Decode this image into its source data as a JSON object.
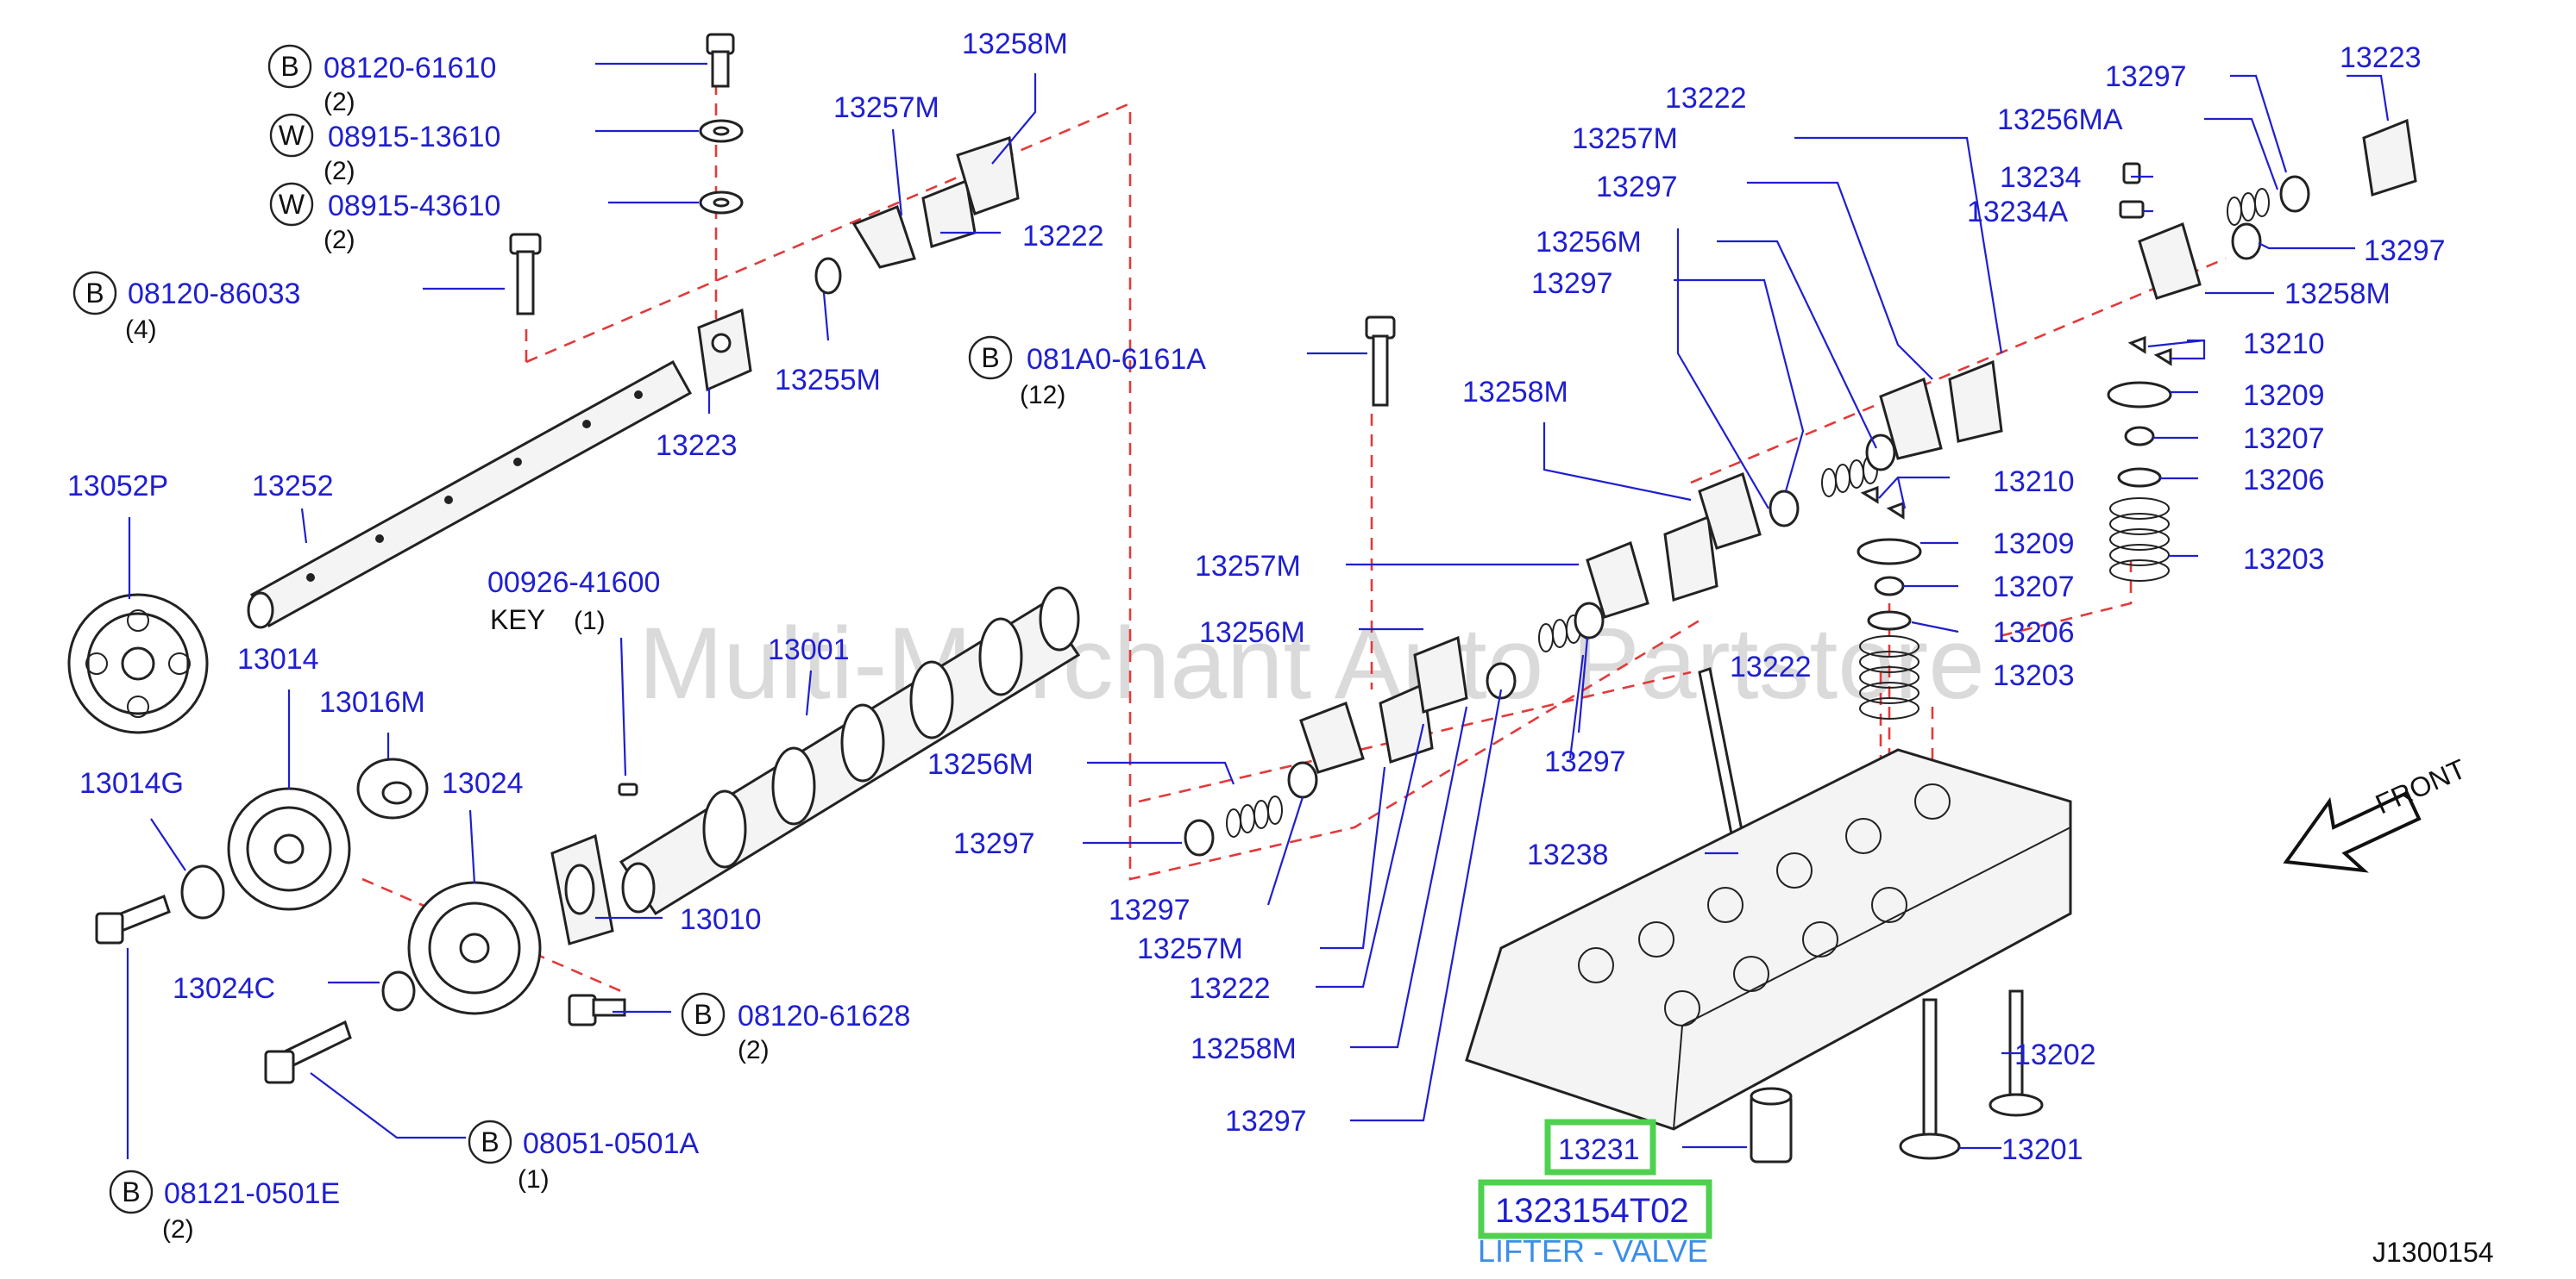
{
  "diagram_id": "J1300154",
  "watermark": "Multi-Merchant Auto Partstore",
  "front_label": "FRONT",
  "key_label": "KEY",
  "selected": {
    "part": "13231",
    "part_number": "1323154T02",
    "description": "LIFTER - VALVE",
    "highlight_color": "#4fd14f",
    "description_color": "#3a8ee6"
  },
  "colors": {
    "label": "#1f1fd0",
    "centerline": "#e23a3a"
  },
  "labels": [
    {
      "t": "B",
      "n": "08120-61610",
      "q": "(2)"
    },
    {
      "t": "W",
      "n": "08915-13610",
      "q": "(2)"
    },
    {
      "t": "W",
      "n": "08915-43610",
      "q": "(2)"
    },
    {
      "t": "B",
      "n": "08120-86033",
      "q": "(4)"
    },
    {
      "n": "13257M"
    },
    {
      "n": "13258M"
    },
    {
      "n": "13222"
    },
    {
      "n": "13255M"
    },
    {
      "n": "13223"
    },
    {
      "n": "13252"
    },
    {
      "n": "13052P"
    },
    {
      "n": "00926-41600",
      "q": "(1)"
    },
    {
      "n": "13001"
    },
    {
      "n": "13014"
    },
    {
      "n": "13016M"
    },
    {
      "n": "13024"
    },
    {
      "n": "13014G"
    },
    {
      "n": "13010"
    },
    {
      "n": "13024C"
    },
    {
      "t": "B",
      "n": "08120-61628",
      "q": "(2)"
    },
    {
      "t": "B",
      "n": "08051-0501A",
      "q": "(1)"
    },
    {
      "t": "B",
      "n": "08121-0501E",
      "q": "(2)"
    },
    {
      "t": "B",
      "n": "081A0-6161A",
      "q": "(12)"
    },
    {
      "n": "13258M"
    },
    {
      "n": "13257M"
    },
    {
      "n": "13256M"
    },
    {
      "n": "13256M"
    },
    {
      "n": "13297"
    },
    {
      "n": "13297"
    },
    {
      "n": "13257M"
    },
    {
      "n": "13222"
    },
    {
      "n": "13258M"
    },
    {
      "n": "13297"
    },
    {
      "n": "13222"
    },
    {
      "n": "13297"
    },
    {
      "n": "13222"
    },
    {
      "n": "13257M"
    },
    {
      "n": "13297"
    },
    {
      "n": "13256M"
    },
    {
      "n": "13297"
    },
    {
      "n": "13210"
    },
    {
      "n": "13209"
    },
    {
      "n": "13207"
    },
    {
      "n": "13206"
    },
    {
      "n": "13203"
    },
    {
      "n": "13238"
    },
    {
      "n": "13202"
    },
    {
      "n": "13201"
    },
    {
      "n": "13297"
    },
    {
      "n": "13223"
    },
    {
      "n": "13256MA"
    },
    {
      "n": "13234"
    },
    {
      "n": "13234A"
    },
    {
      "n": "13297"
    },
    {
      "n": "13258M"
    },
    {
      "n": "13210"
    },
    {
      "n": "13209"
    },
    {
      "n": "13207"
    },
    {
      "n": "13206"
    },
    {
      "n": "13203"
    }
  ]
}
